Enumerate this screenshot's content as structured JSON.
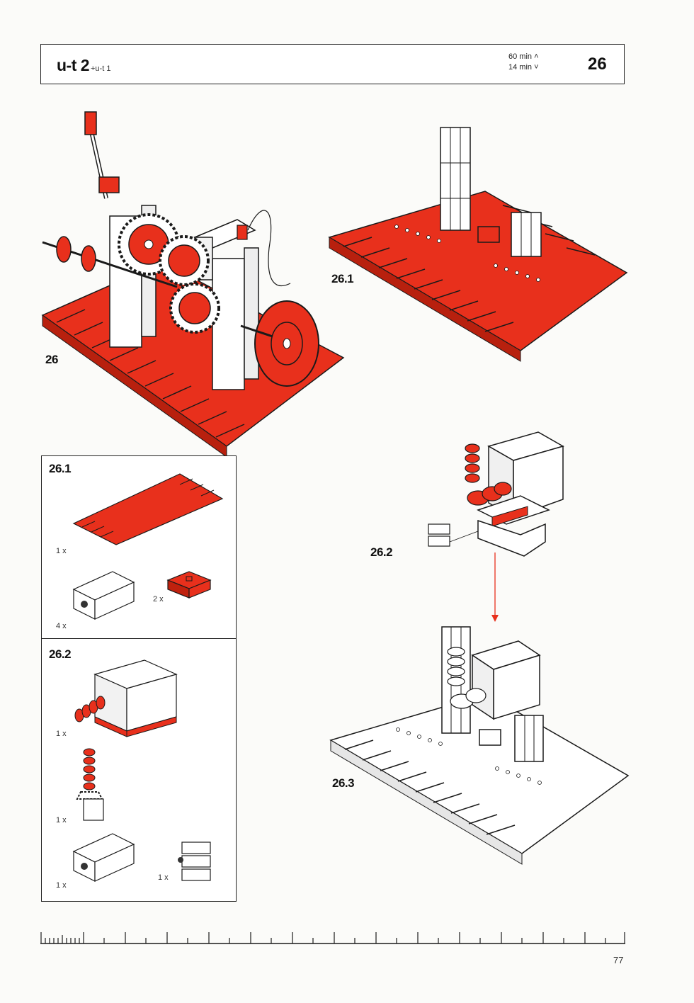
{
  "header": {
    "model_code": "u-t 2",
    "model_sub": "+u-t 1",
    "time_up": "60 min",
    "time_down": "14 min",
    "step_number": "26"
  },
  "illustrations": {
    "main_label": "26",
    "step1_label": "26.1",
    "step2_label": "26.2",
    "step3_label": "26.3"
  },
  "parts": {
    "section1": {
      "title": "26.1",
      "items": [
        {
          "qty": "1 x"
        },
        {
          "qty": "4 x"
        },
        {
          "qty": "2 x"
        }
      ]
    },
    "section2": {
      "title": "26.2",
      "items": [
        {
          "qty": "1 x"
        },
        {
          "qty": "1 x"
        },
        {
          "qty": "1 x"
        },
        {
          "qty": "1 x"
        }
      ]
    }
  },
  "footer": {
    "page_number": "77"
  },
  "colors": {
    "brick_red": "#e8301c",
    "outline": "#1a1a1a",
    "white_part": "#ffffff",
    "page_bg": "#fbfbf9"
  }
}
